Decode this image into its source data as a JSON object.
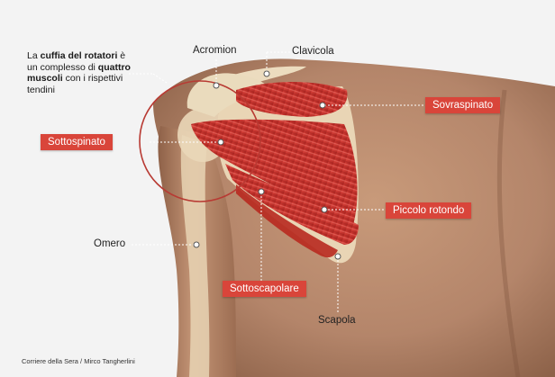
{
  "intro": {
    "part1": "La ",
    "part2_bold": "cuffia del rotatori",
    "part3": " è un complesso di ",
    "part4_bold": "quattro muscoli",
    "part5": " con i rispettivi tendini"
  },
  "labels": {
    "acromion": "Acromion",
    "clavicola": "Clavicola",
    "sovraspinato": "Sovraspinato",
    "sottospinato": "Sottospinato",
    "piccolo_rotondo": "Piccolo rotondo",
    "omero": "Omero",
    "sottoscapolare": "Sottoscapolare",
    "scapola": "Scapola"
  },
  "credit": "Corriere della Sera / Mirco Tangherlini",
  "colors": {
    "label_red": "#d9453a",
    "muscle": "#c8302b",
    "bone": "#e9d5b5",
    "skin": "#b98a6c",
    "background": "#f3f3f3"
  }
}
